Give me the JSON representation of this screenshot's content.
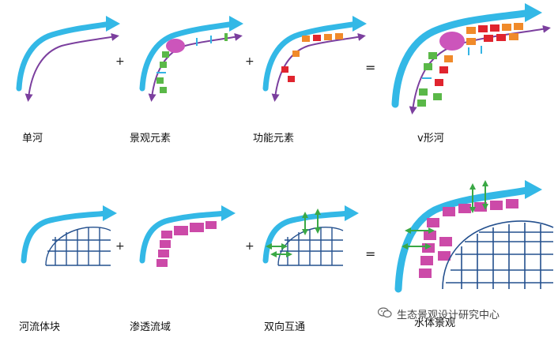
{
  "top_row": {
    "labels": [
      "单河",
      "景观元素",
      "功能元素",
      "v形河"
    ],
    "operators": [
      "+",
      "+",
      "="
    ]
  },
  "bottom_row": {
    "labels": [
      "河流体块",
      "渗透流域",
      "双向互通",
      "水体景观"
    ],
    "operators": [
      "+",
      "+",
      "="
    ]
  },
  "watermark": {
    "text": "生态景观设计研究中心",
    "icon": "wechat-icon"
  },
  "colors": {
    "river": "#33b8e6",
    "path": "#7b3f9e",
    "landscape_blob": "#cc55bb",
    "green_block": "#5ab848",
    "orange_block": "#f08a2a",
    "red_block": "#e0242e",
    "cyan_tick": "#34b4e4",
    "grid": "#24508e",
    "infiltration": "#cc4aa8",
    "arrow": "#3aa845"
  }
}
